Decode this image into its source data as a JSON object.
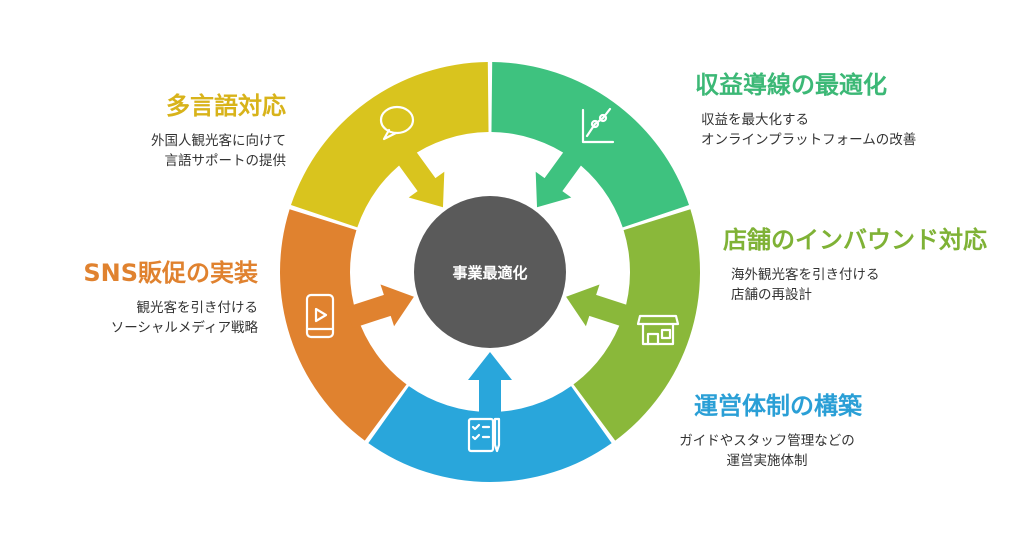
{
  "center": {
    "label": "事業最適化",
    "color": "#5a5a5a"
  },
  "segments": [
    {
      "id": "multilingual",
      "title": "多言語対応",
      "lines": [
        "外国人観光客に向けて",
        "言語サポートの提供"
      ],
      "color": "#d9c41e",
      "title_color": "#d8b31a",
      "icon": "speech-bubble-icon"
    },
    {
      "id": "revenue",
      "title": "収益導線の最適化",
      "lines": [
        "収益を最大化する",
        "オンラインプラットフォームの改善"
      ],
      "color": "#3ec27f",
      "title_color": "#3cb876",
      "icon": "line-chart-icon"
    },
    {
      "id": "inbound",
      "title": "店舗のインバウンド対応",
      "lines": [
        "海外観光客を引き付ける",
        "店舗の再設計"
      ],
      "color": "#8ab83a",
      "title_color": "#7fb236",
      "icon": "storefront-icon"
    },
    {
      "id": "operations",
      "title": "運営体制の構築",
      "lines": [
        "ガイドやスタッフ管理などの",
        "運営実施体制"
      ],
      "color": "#29a6db",
      "title_color": "#2a9fd6",
      "icon": "checklist-pen-icon"
    },
    {
      "id": "sns",
      "title": "SNS販促の実装",
      "lines": [
        "観光客を引き付ける",
        "ソーシャルメディア戦略"
      ],
      "color": "#e0822f",
      "title_color": "#e0822f",
      "icon": "mobile-video-icon"
    }
  ]
}
